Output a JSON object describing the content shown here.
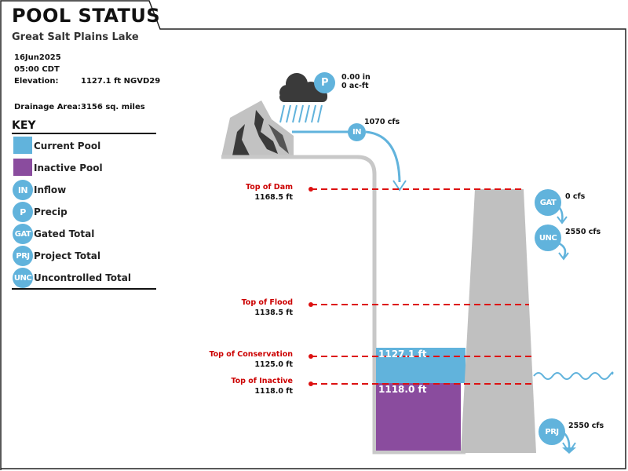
{
  "header": {
    "title": "POOL STATUS",
    "subtitle": "Great Salt Plains Lake"
  },
  "info": {
    "date": "16Jun2025",
    "time": "05:00 CDT",
    "elevation_label": "Elevation:",
    "elevation_value": "1127.1 ft NGVD29",
    "drainage_label": "Drainage Area:",
    "drainage_value": "3156 sq. miles"
  },
  "key": {
    "title": "KEY",
    "items": [
      {
        "type": "swatch",
        "color": "#61b3dc",
        "label": "Current Pool"
      },
      {
        "type": "swatch",
        "color": "#8a4c9e",
        "label": "Inactive Pool"
      },
      {
        "type": "circle",
        "abbr": "IN",
        "label": "Inflow"
      },
      {
        "type": "circle",
        "abbr": "P",
        "label": "Precip"
      },
      {
        "type": "circle",
        "abbr": "GAT",
        "label": "Gated Total"
      },
      {
        "type": "circle",
        "abbr": "PRJ",
        "label": "Project Total"
      },
      {
        "type": "circle",
        "abbr": "UNC",
        "label": "Uncontrolled Total"
      }
    ]
  },
  "precip": {
    "abbr": "P",
    "inches": "0.00 in",
    "acft": "0 ac-ft"
  },
  "inflow": {
    "abbr": "IN",
    "value": "1070 cfs"
  },
  "levels": {
    "top_of_dam": {
      "name": "Top of Dam",
      "value": "1168.5 ft"
    },
    "top_of_flood": {
      "name": "Top of Flood",
      "value": "1138.5 ft"
    },
    "top_of_conservation": {
      "name": "Top of Conservation",
      "value": "1125.0 ft"
    },
    "top_of_inactive": {
      "name": "Top of Inactive",
      "value": "1118.0 ft"
    }
  },
  "pools": {
    "current_label": "1127.1 ft",
    "inactive_label": "1118.0 ft"
  },
  "outflows": {
    "gated": {
      "abbr": "GAT",
      "value": "0 cfs"
    },
    "uncontrolled": {
      "abbr": "UNC",
      "value": "2550 cfs"
    },
    "project": {
      "abbr": "PRJ",
      "value": "2550 cfs"
    }
  },
  "colors": {
    "current_pool": "#61b3dc",
    "inactive_pool": "#8a4c9e",
    "level_line": "#dd1111",
    "dam": "#c0c0c0",
    "icon": "#61b3dc"
  }
}
